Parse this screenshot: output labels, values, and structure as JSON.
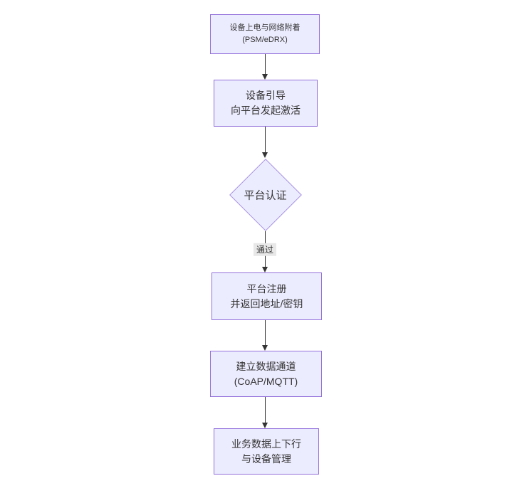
{
  "diagram": {
    "type": "flowchart",
    "direction": "top-down",
    "colors": {
      "background": "#ffffff",
      "node_fill": "#ececff",
      "node_border": "#9370db",
      "text": "#333333",
      "edge_line": "#333333",
      "edge_label_bg": "#e8e8e8"
    },
    "nodes": [
      {
        "shape": "rect",
        "line1": "设备上电与网络附着",
        "line2": "(PSM/eDRX)"
      },
      {
        "shape": "rect",
        "line1": "设备引导",
        "line2": "向平台发起激活"
      },
      {
        "shape": "diamond",
        "line1": "平台认证",
        "line2": ""
      },
      {
        "shape": "rect",
        "line1": "平台注册",
        "line2": "并返回地址/密钥"
      },
      {
        "shape": "rect",
        "line1": "建立数据通道",
        "line2": "(CoAP/MQTT)"
      },
      {
        "shape": "rect",
        "line1": "业务数据上下行",
        "line2": "与设备管理"
      }
    ],
    "edges": [
      {
        "from": 0,
        "to": 1,
        "label": ""
      },
      {
        "from": 1,
        "to": 2,
        "label": ""
      },
      {
        "from": 2,
        "to": 3,
        "label": "通过"
      },
      {
        "from": 3,
        "to": 4,
        "label": ""
      },
      {
        "from": 4,
        "to": 5,
        "label": ""
      }
    ]
  }
}
